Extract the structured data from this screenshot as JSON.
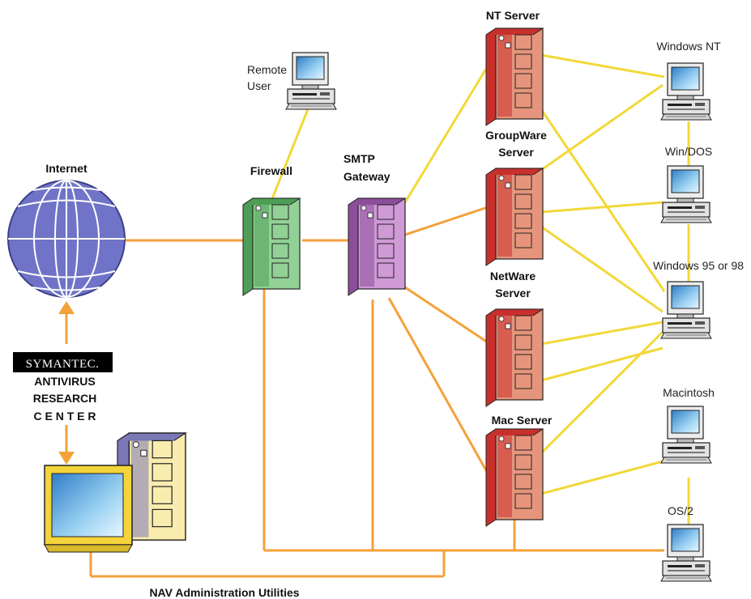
{
  "colors": {
    "link": "#f4a13a",
    "link_yellow": "#f2d83a",
    "globe": "#6f74c8",
    "firewall": "#8fcf8f",
    "smtp": "#c58fd0",
    "server": "#e08a70",
    "server_side": "#c8302c",
    "admin": "#f5e6a0",
    "screen": "#6fb8e6"
  },
  "labels": {
    "internet": "Internet",
    "remote_user_line1": "Remote",
    "remote_user_line2": "User",
    "firewall": "Firewall",
    "smtp_line1": "SMTP",
    "smtp_line2": "Gateway",
    "nt_server": "NT Server",
    "groupware_line1": "GroupWare",
    "groupware_line2": "Server",
    "netware_line1": "NetWare",
    "netware_line2": "Server",
    "mac_server": "Mac Server",
    "windows_nt": "Windows NT",
    "win_dos": "Win/DOS",
    "win95": "Windows 95 or 98",
    "macintosh": "Macintosh",
    "os2": "OS/2",
    "symantec": "SYMANTEC.",
    "antivirus": "ANTIVIRUS",
    "research": "RESEARCH",
    "center": "C E N T E R",
    "nav_admin": "NAV Administration Utilities"
  },
  "icons": {
    "globe": "globe-icon",
    "server": "server-tower-icon",
    "workstation": "desktop-computer-icon",
    "arrow": "arrow-icon"
  }
}
